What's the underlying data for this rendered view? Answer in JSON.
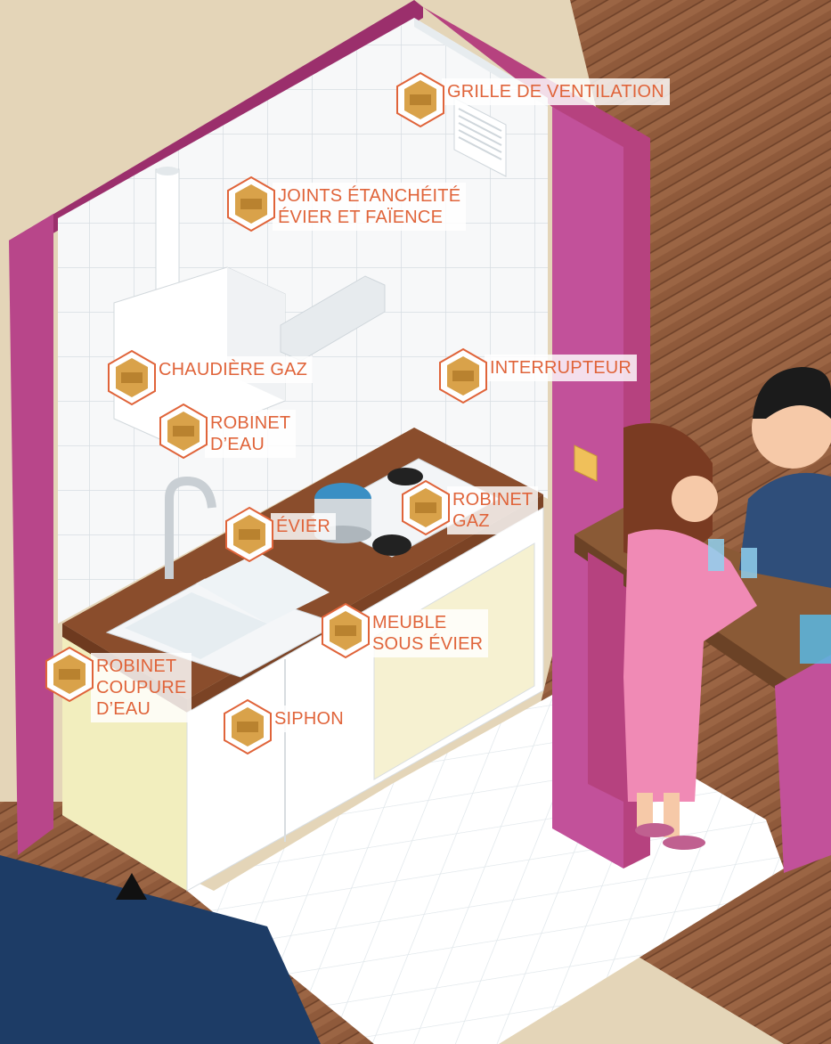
{
  "colors": {
    "label_text": "#e0643a",
    "label_bg": "#ffffff",
    "wall_accent": "#b6427f",
    "floor_wood": "#8b5a3a",
    "hex_border": "#e0643a"
  },
  "hotspots": [
    {
      "id": "grille-de-ventilation",
      "label": "GRILLE DE VENTILATION",
      "icon": "maintenance-thumbnail-icon"
    },
    {
      "id": "joints-etancheite",
      "label": "JOINTS ÉTANCHÉITÉ\nÉVIER ET FAÏENCE",
      "icon": "maintenance-thumbnail-icon"
    },
    {
      "id": "chaudiere-gaz",
      "label": "CHAUDIÈRE GAZ",
      "icon": "maintenance-thumbnail-icon"
    },
    {
      "id": "interrupteur",
      "label": "INTERRUPTEUR",
      "icon": "maintenance-thumbnail-icon"
    },
    {
      "id": "robinet-eau",
      "label": "ROBINET\nD’EAU",
      "icon": "maintenance-thumbnail-icon"
    },
    {
      "id": "robinet-gaz",
      "label": "ROBINET\nGAZ",
      "icon": "maintenance-thumbnail-icon"
    },
    {
      "id": "evier",
      "label": "ÉVIER",
      "icon": "maintenance-thumbnail-icon"
    },
    {
      "id": "meuble-sous-evier",
      "label": "MEUBLE\nSOUS ÉVIER",
      "icon": "maintenance-thumbnail-icon"
    },
    {
      "id": "robinet-coupure-eau",
      "label": "ROBINET\nCOUPURE\nD’EAU",
      "icon": "maintenance-thumbnail-icon"
    },
    {
      "id": "siphon",
      "label": "SIPHON",
      "icon": "maintenance-thumbnail-icon"
    }
  ]
}
